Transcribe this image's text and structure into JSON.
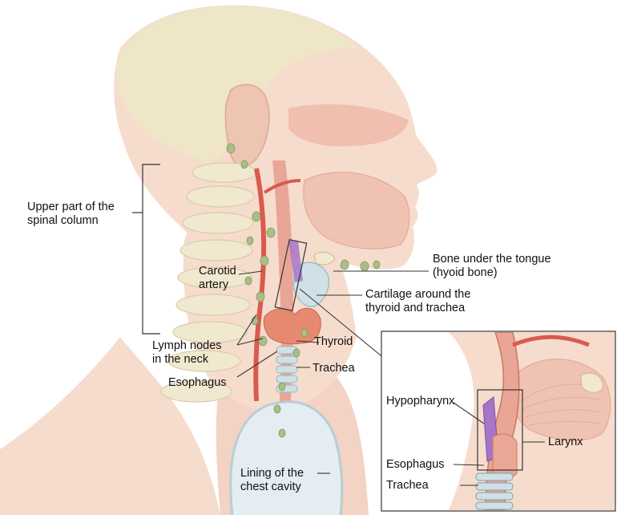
{
  "labels": {
    "spinal_column": [
      "Upper part of the",
      "spinal column"
    ],
    "carotid_artery": [
      "Carotid",
      "artery"
    ],
    "lymph_nodes": [
      "Lymph nodes",
      "in the neck"
    ],
    "esophagus_main": "Esophagus",
    "thyroid": "Thyroid",
    "trachea_main": "Trachea",
    "chest_lining": [
      "Lining of the",
      "chest cavity"
    ],
    "hyoid_bone": [
      "Bone under the tongue",
      "(hyoid bone)"
    ],
    "cartilage": [
      "Cartilage around the",
      "thyroid and trachea"
    ],
    "inset_hypopharynx": "Hypopharynx",
    "inset_larynx": "Larynx",
    "inset_esophagus": "Esophagus",
    "inset_trachea": "Trachea"
  },
  "colors": {
    "skin": "#f6dccd",
    "skin_shadow": "#eec5b3",
    "hair": "#efe6c8",
    "bone": "#f1e9cf",
    "muscle": "#efb8a8",
    "artery": "#d95a4f",
    "thyroid": "#e58a70",
    "lymph_node": "#a9bf86",
    "trachea": "#cfe1e6",
    "hypopharynx": "#a675c9",
    "leader": "#333333"
  }
}
